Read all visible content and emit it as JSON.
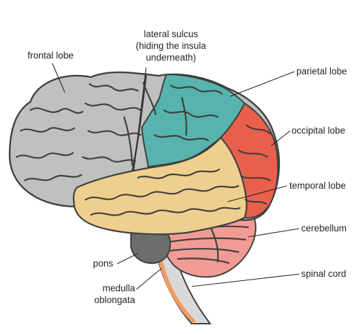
{
  "labels": {
    "frontal_lobe": "frontal lobe",
    "lateral_sulcus": [
      "lateral sulcus",
      "(hiding the insula",
      "underneath)"
    ],
    "parietal_lobe": "parietal lobe",
    "occipital_lobe": "occipital lobe",
    "temporal_lobe": "temporal lobe",
    "cerebellum": "cerebellum",
    "pons": "pons",
    "medulla_oblongata": [
      "medulla",
      "oblongata"
    ],
    "spinal_cord": "spinal cord"
  },
  "colors": {
    "frontal": "#bfc1be",
    "parietal": "#56b3ad",
    "occipital": "#e8604c",
    "temporal": "#efcf8e",
    "cerebellum": "#f29b95",
    "brainstem": "#6b6e6c",
    "spinal_cord": "#d9d9d9",
    "medulla_stripe": "#f39a62",
    "outline": "#3f3f3f"
  }
}
